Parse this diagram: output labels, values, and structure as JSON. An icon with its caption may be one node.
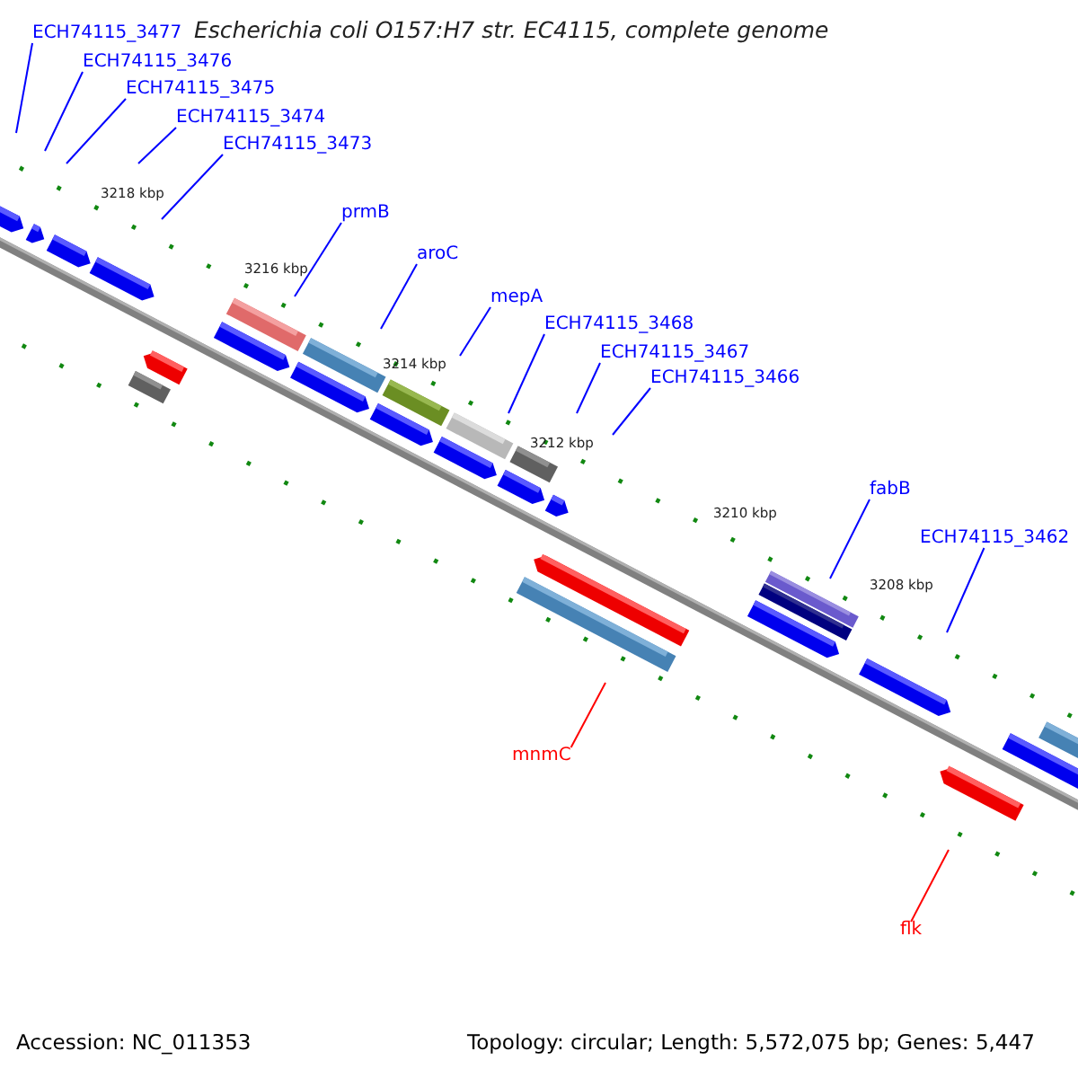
{
  "diagram": {
    "title": "Escherichia coli O157:H7 str. EC4115, complete genome",
    "nodes": [
      {
        "text": [
          "ECH74115_3477"
        ]
      },
      {
        "text": [
          "ECH74115_3476"
        ]
      },
      {
        "text": [
          "ECH74115_3475"
        ]
      },
      {
        "text": [
          "ECH74115_3474"
        ]
      },
      {
        "text": [
          "ECH74115_3473"
        ]
      },
      {
        "text": [
          "prmB"
        ]
      },
      {
        "text": [
          "aroC"
        ]
      },
      {
        "text": [
          "mepA"
        ]
      },
      {
        "text": [
          "ECH74115_3468"
        ]
      },
      {
        "text": [
          "ECH74115_3467"
        ]
      },
      {
        "text": [
          "ECH74115_3466"
        ]
      },
      {
        "text": [
          "fabB"
        ]
      },
      {
        "text": [
          "ECH74115_3462"
        ]
      },
      {
        "text": [
          "mnmC"
        ]
      },
      {
        "text": [
          "flk"
        ]
      }
    ],
    "edges": [
      {
        "from": 0,
        "to": null,
        "arrow": "none"
      },
      {
        "from": 1,
        "to": null,
        "arrow": "none"
      },
      {
        "from": 2,
        "to": null,
        "arrow": "none"
      },
      {
        "from": 3,
        "to": null,
        "arrow": "none"
      },
      {
        "from": 4,
        "to": null,
        "arrow": "none"
      },
      {
        "from": 5,
        "to": null,
        "arrow": "none"
      },
      {
        "from": 6,
        "to": null,
        "arrow": "none"
      },
      {
        "from": 7,
        "to": null,
        "arrow": "none"
      },
      {
        "from": 8,
        "to": null,
        "arrow": "none"
      },
      {
        "from": 9,
        "to": null,
        "arrow": "none"
      },
      {
        "from": 10,
        "to": null,
        "arrow": "none"
      },
      {
        "from": 11,
        "to": null,
        "arrow": "none"
      },
      {
        "from": 12,
        "to": null,
        "arrow": "none"
      },
      {
        "from": 13,
        "to": null,
        "arrow": "none",
        "color": "#ff0000"
      },
      {
        "from": 14,
        "to": null,
        "arrow": "none",
        "color": "#ff0000"
      }
    ],
    "labels": [
      "3218 kbp",
      "3216 kbp",
      "3214 kbp",
      "3212 kbp",
      "3210 kbp",
      "3208 kbp",
      "Accession: NC_011353",
      "Topology: circular; Length: 5,572,075 bp; Genes: 5,447"
    ]
  }
}
